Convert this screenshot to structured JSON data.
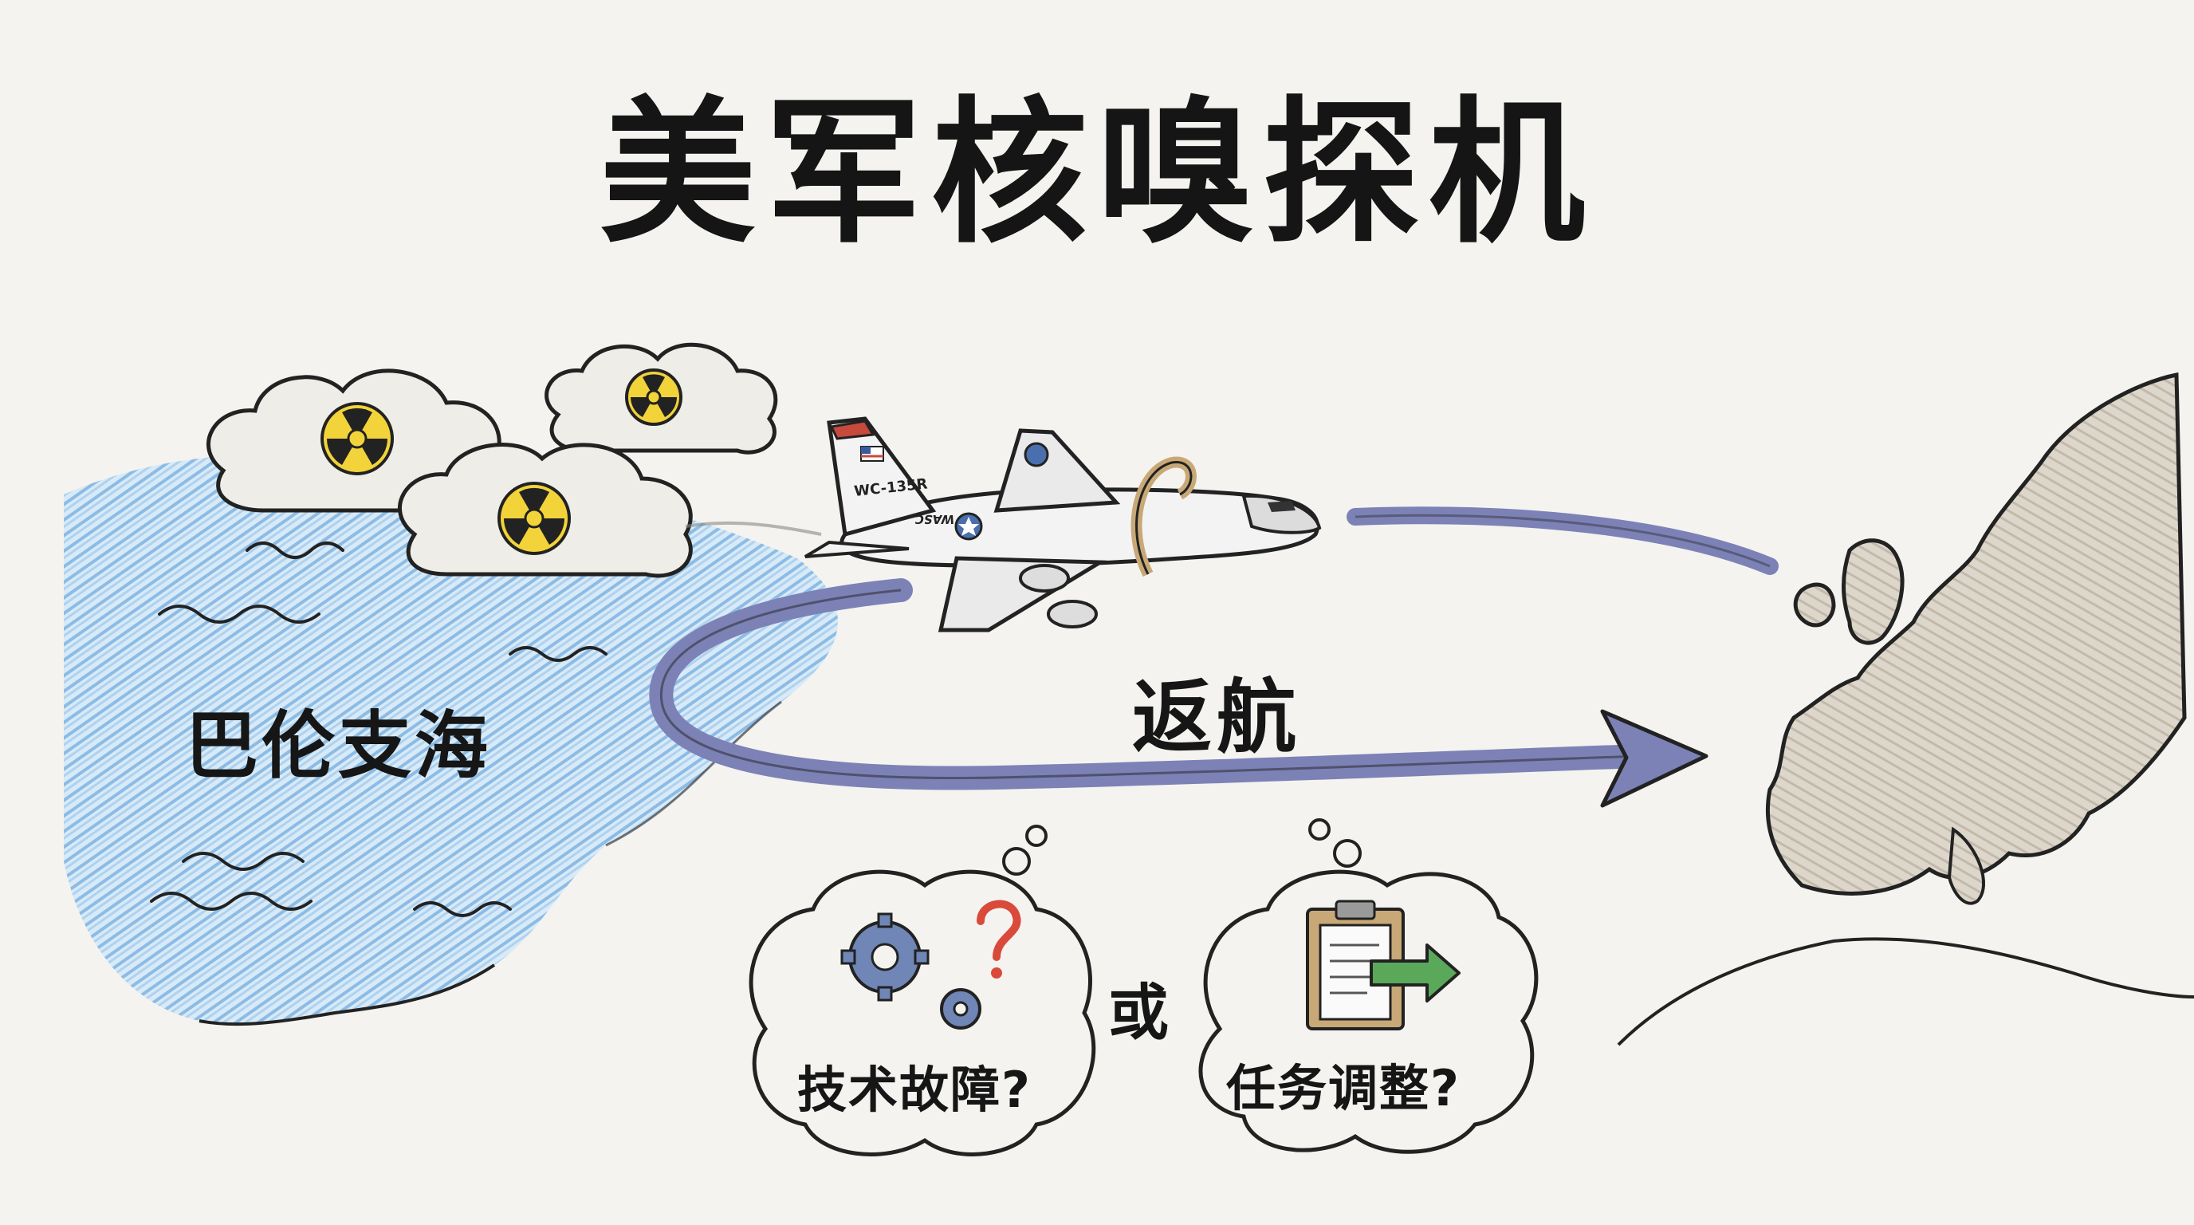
{
  "title": "美军核嗅探机",
  "sea_label": "巴伦支海",
  "route_label": "返航",
  "aircraft": {
    "tail_code": "WC-135R",
    "belly_marking": "WASC"
  },
  "thought_bubbles": [
    {
      "text": "技术故障?",
      "icon": "gears-question-icon"
    },
    {
      "text": "任务调整?",
      "icon": "clipboard-arrow-icon"
    }
  ],
  "connector": "或",
  "icons": [
    "radiation-icon",
    "gears-question-icon",
    "clipboard-arrow-icon",
    "airplane-icon",
    "europe-map"
  ],
  "colors": {
    "sea": "#7fb8e6",
    "cloud": "#e9e8e3",
    "radiation": "#f2d33a",
    "arrow": "#7c82b6",
    "land": "#cfc6b8",
    "clipboard_arrow": "#5aa85a",
    "question": "#d94a3a",
    "gear": "#6f86b6"
  }
}
